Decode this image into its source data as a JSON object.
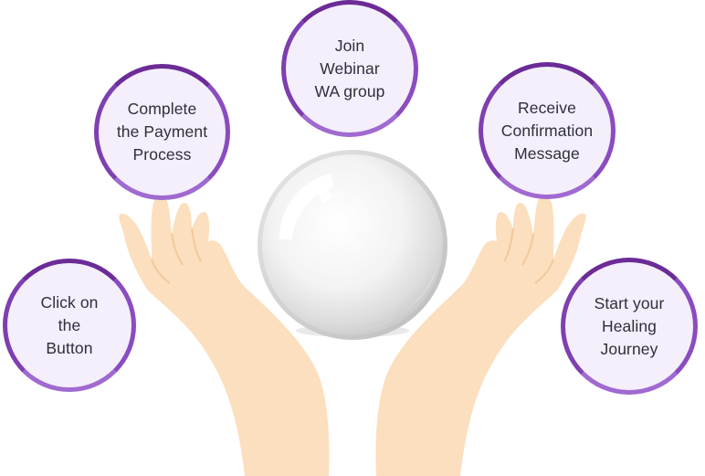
{
  "steps": [
    {
      "label": "Click on\nthe\nButton"
    },
    {
      "label": "Complete\nthe Payment\nProcess"
    },
    {
      "label": "Join\nWebinar\nWA group"
    },
    {
      "label": "Receive\nConfirmation\nMessage"
    },
    {
      "label": "Start your\nHealing\nJourney"
    }
  ],
  "colors": {
    "circle_border": "#6c2b97",
    "circle_fill": "#f4effb",
    "hand": "#fbdfbe",
    "text": "#2f2f3a"
  }
}
